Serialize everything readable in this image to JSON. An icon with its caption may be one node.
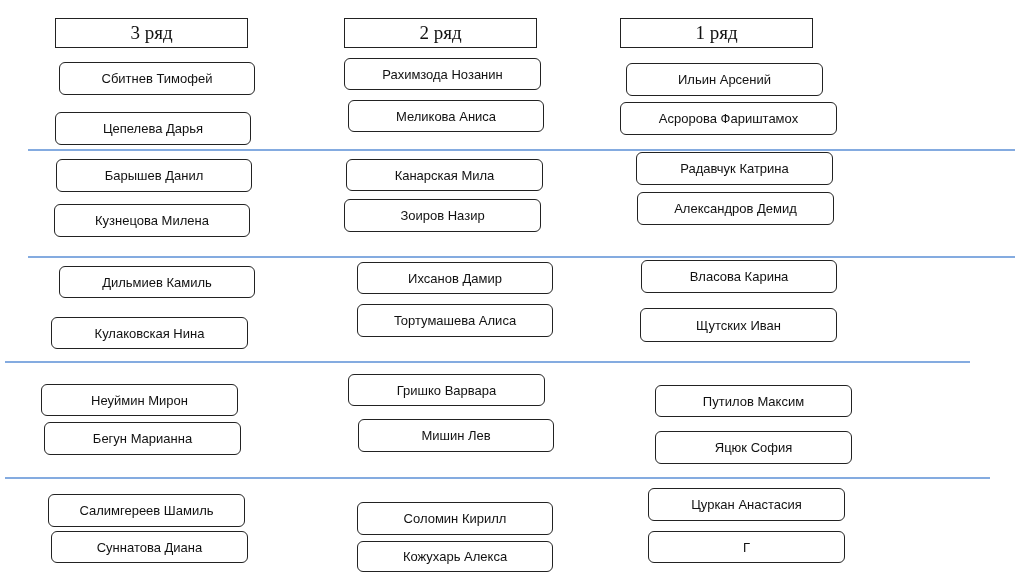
{
  "diagram": {
    "nodes": [
      {
        "text": [
          "3 ряд"
        ]
      },
      {
        "text": [
          "2 ряд"
        ]
      },
      {
        "text": [
          "1 ряд"
        ]
      },
      {
        "text": [
          "Сбитнев Тимофей"
        ]
      },
      {
        "text": [
          "Рахимзода Нозанин"
        ]
      },
      {
        "text": [
          "Ильин Арсений"
        ]
      },
      {
        "text": [
          "Цепелева Дарья"
        ]
      },
      {
        "text": [
          "Меликова Аниса"
        ]
      },
      {
        "text": [
          "Асророва Фариштамох"
        ]
      },
      {
        "text": [
          "Барышев Данил"
        ]
      },
      {
        "text": [
          "Канарская Мила"
        ]
      },
      {
        "text": [
          "Радавчук Катрина"
        ]
      },
      {
        "text": [
          "Кузнецова Милена"
        ]
      },
      {
        "text": [
          "Зоиров Назир"
        ]
      },
      {
        "text": [
          "Александров Демид"
        ]
      },
      {
        "text": [
          "Дильмиев Камиль"
        ]
      },
      {
        "text": [
          "Ихсанов Дамир"
        ]
      },
      {
        "text": [
          "Власова Карина"
        ]
      },
      {
        "text": [
          "Кулаковская Нина"
        ]
      },
      {
        "text": [
          "Тортумашева Алиса"
        ]
      },
      {
        "text": [
          "Щутских Иван"
        ]
      },
      {
        "text": [
          "Неуймин Мирон"
        ]
      },
      {
        "text": [
          "Гришко Варвара"
        ]
      },
      {
        "text": [
          "Путилов Максим"
        ]
      },
      {
        "text": [
          "Бегун Марианна"
        ]
      },
      {
        "text": [
          "Мишин Лев"
        ]
      },
      {
        "text": [
          "Яцюк София"
        ]
      },
      {
        "text": [
          "Салимгереев Шамиль"
        ]
      },
      {
        "text": [
          "Соломин Кирилл"
        ]
      },
      {
        "text": [
          "Цуркан Анастасия"
        ]
      },
      {
        "text": [
          "Суннатова Диана"
        ]
      },
      {
        "text": [
          "Кожухарь Алекса"
        ]
      },
      {
        "text": [
          "Г"
        ]
      }
    ]
  }
}
